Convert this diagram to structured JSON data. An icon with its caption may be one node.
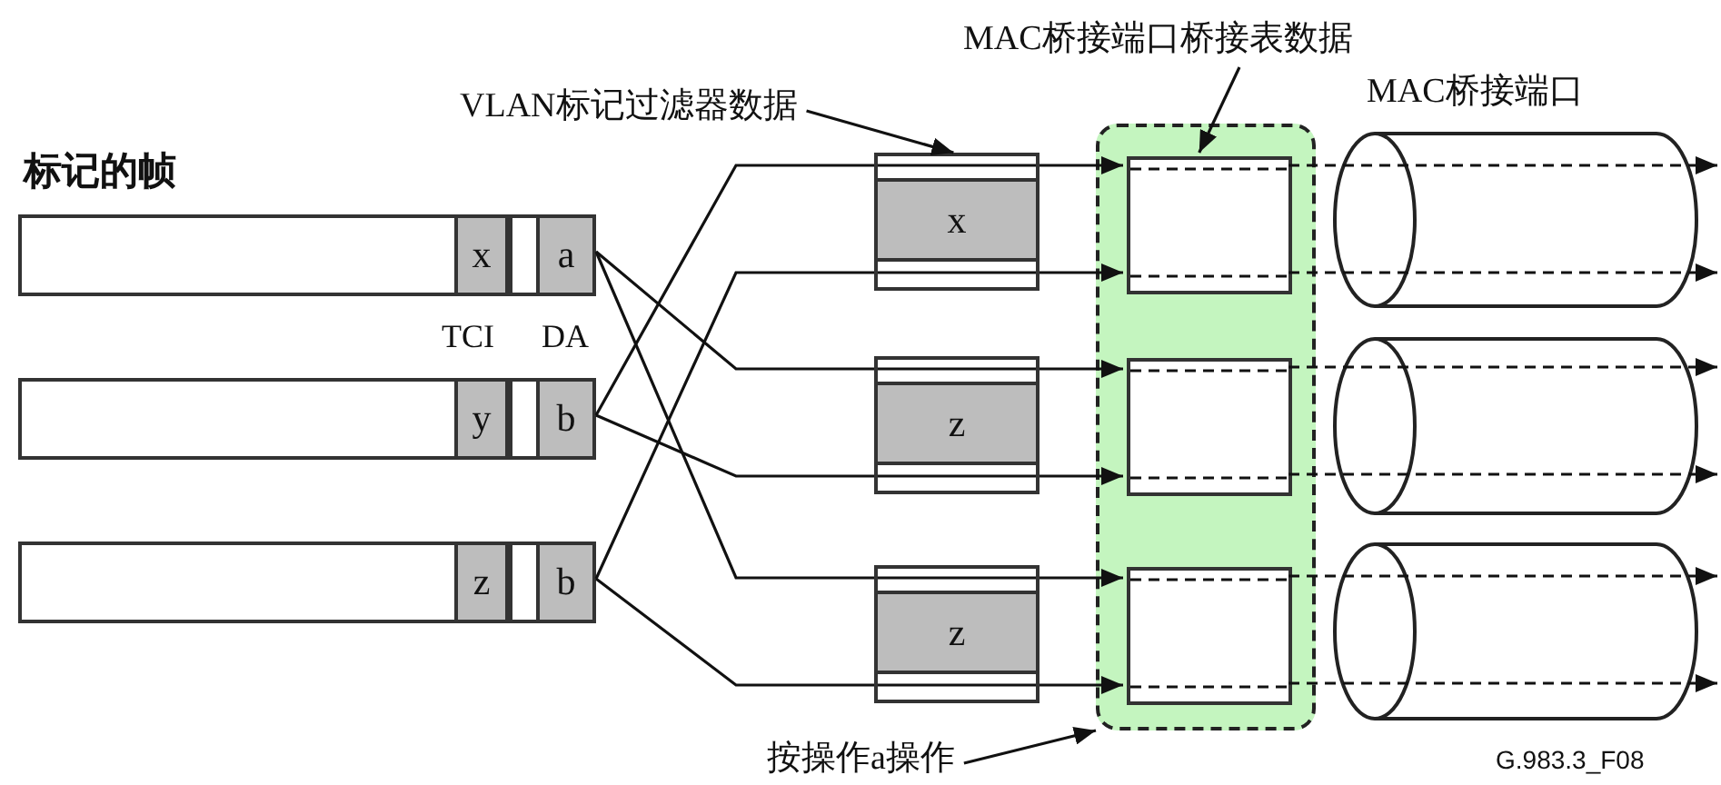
{
  "diagram": {
    "nodes": [
      {
        "text": [],
        "shape": "box"
      },
      {
        "text": [
          "x"
        ],
        "in": 0
      },
      {
        "text": [
          "a"
        ],
        "in": 0
      },
      {
        "text": [],
        "shape": "box"
      },
      {
        "text": [
          "y"
        ],
        "in": 3
      },
      {
        "text": [
          "b"
        ],
        "in": 3
      },
      {
        "text": [],
        "shape": "box"
      },
      {
        "text": [
          "z"
        ],
        "in": 6
      },
      {
        "text": [
          "b"
        ],
        "in": 6
      },
      {
        "text": [
          "VLAN标记过滤器数据"
        ]
      },
      {
        "text": [
          "x"
        ]
      },
      {
        "text": [
          "z"
        ]
      },
      {
        "text": [
          "z"
        ]
      },
      {
        "text": [
          "MAC桥接端口桥接表数据"
        ]
      },
      {
        "text": [],
        "shape": "box"
      },
      {
        "text": [],
        "shape": "box",
        "in": 14
      },
      {
        "text": [],
        "shape": "box",
        "in": 14
      },
      {
        "text": [],
        "shape": "box",
        "in": 14
      },
      {
        "text": [
          "按操作a操作"
        ]
      },
      {
        "text": [],
        "shape": "cylinder"
      },
      {
        "text": [],
        "shape": "cylinder"
      },
      {
        "text": [],
        "shape": "cylinder"
      }
    ],
    "edges": [
      {
        "from": 2,
        "to": 11,
        "arrow": "none"
      },
      {
        "from": 2,
        "to": 12,
        "arrow": "none"
      },
      {
        "from": 5,
        "to": 10,
        "arrow": "none"
      },
      {
        "from": 5,
        "to": 11,
        "arrow": "none"
      },
      {
        "from": 8,
        "to": 10,
        "arrow": "none"
      },
      {
        "from": 8,
        "to": 12,
        "arrow": "none"
      },
      {
        "from": 10,
        "to": 15,
        "arrow": "to"
      },
      {
        "from": 10,
        "to": 15,
        "arrow": "to"
      },
      {
        "from": 11,
        "to": 16,
        "arrow": "to"
      },
      {
        "from": 11,
        "to": 16,
        "arrow": "to"
      },
      {
        "from": 12,
        "to": 17,
        "arrow": "to"
      },
      {
        "from": 12,
        "to": 17,
        "arrow": "to"
      },
      {
        "from": 15,
        "to": 19,
        "arrow": "to",
        "style": "dashed"
      },
      {
        "from": 15,
        "to": 19,
        "arrow": "to",
        "style": "dashed"
      },
      {
        "from": 16,
        "to": 20,
        "arrow": "to",
        "style": "dashed"
      },
      {
        "from": 16,
        "to": 20,
        "arrow": "to",
        "style": "dashed"
      },
      {
        "from": 17,
        "to": 21,
        "arrow": "to",
        "style": "dashed"
      },
      {
        "from": 17,
        "to": 21,
        "arrow": "to",
        "style": "dashed"
      },
      {
        "from": 9,
        "to": 10,
        "arrow": "to"
      },
      {
        "from": 13,
        "to": 15,
        "arrow": "to"
      },
      {
        "from": 18,
        "to": 14,
        "arrow": "to"
      }
    ],
    "labels": [
      "标记的帧",
      "TCI",
      "DA",
      "MAC桥接端口",
      "G.983.3_F08"
    ]
  }
}
